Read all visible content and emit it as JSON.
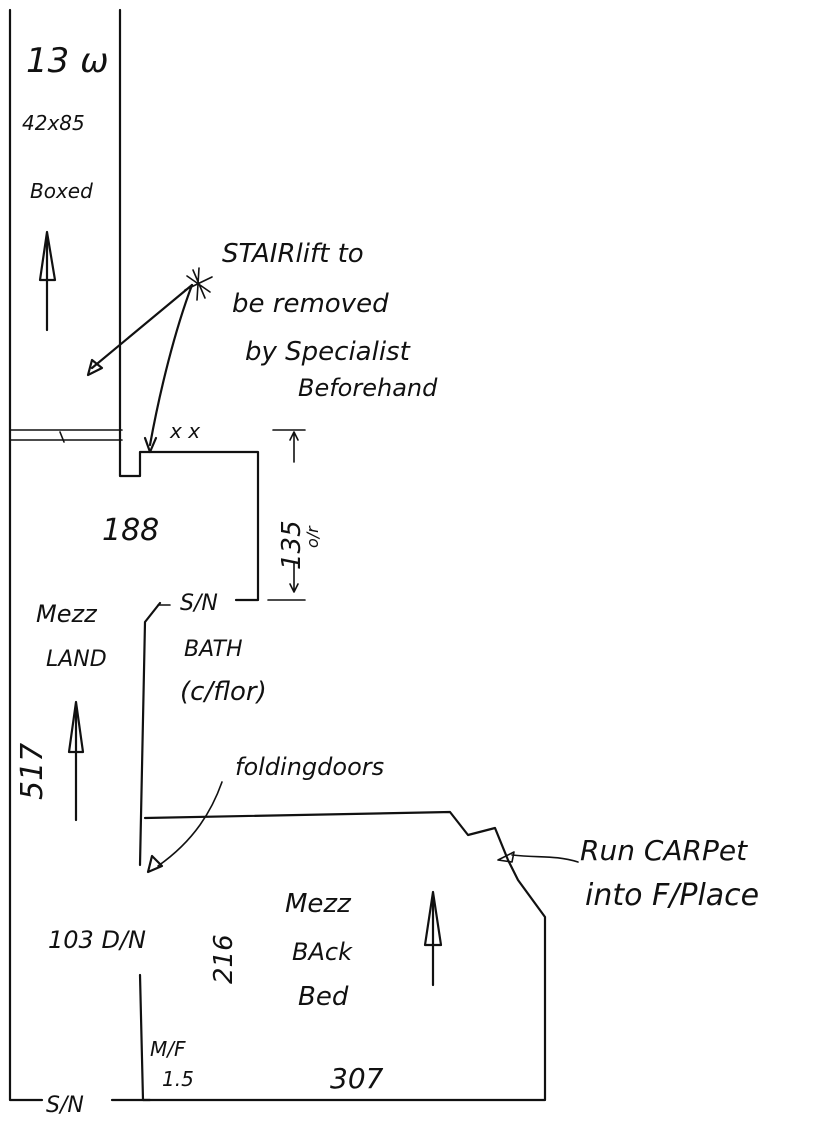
{
  "labels": {
    "stair_width": "13 ω",
    "stair_size": "42x85",
    "stair_boxed": "Boxed",
    "note_line1": "STAIRlift to",
    "note_line2": "be removed",
    "note_line3": "by Specialist",
    "note_line4": "Beforehand",
    "cross_marks": "x x",
    "landing_width": "188",
    "bath_depth": "135",
    "bath_depth_note": "o/r",
    "sn_top": "S/N",
    "mezz_land_1": "Mezz",
    "mezz_land_2": "LAND",
    "bath_1": "BATH",
    "bath_2": "(c/flor)",
    "landing_length": "517",
    "folding_doors": "foldingdoors",
    "carpet_note_1": "Run CARPet",
    "carpet_note_2": "into F/Place",
    "back_bed_1": "Mezz",
    "back_bed_2": "BAck",
    "back_bed_3": "Bed",
    "door_width": "103 D/N",
    "bed_depth": "216",
    "mf_1": "M/F",
    "mf_2": "1.5",
    "bed_width": "307",
    "sn_bottom": "S/N"
  },
  "colors": {
    "ink": "#111111",
    "paper": "#ffffff"
  }
}
